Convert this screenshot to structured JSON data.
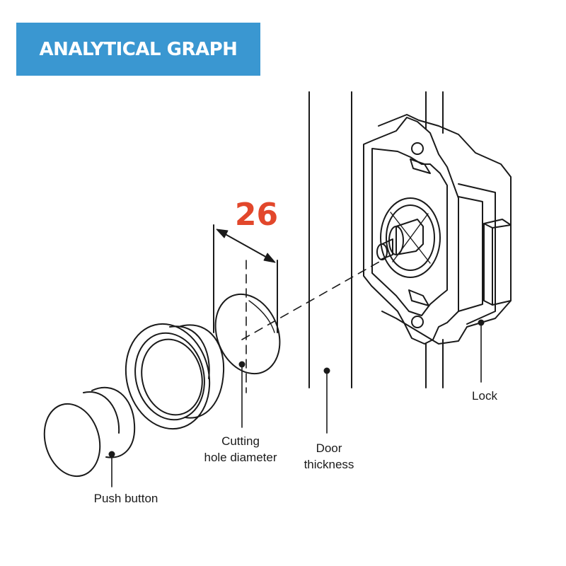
{
  "banner": {
    "title": "ANALYTICAL GRAPH",
    "bg_color": "#3a97d1"
  },
  "dimension": {
    "value": "26",
    "color": "#e2472b"
  },
  "labels": {
    "push_button": "Push button",
    "cutting_hole_line1": "Cutting",
    "cutting_hole_line2": "hole diameter",
    "door_line1": "Door",
    "door_line2": "thickness",
    "lock": "Lock"
  },
  "colors": {
    "line": "#1a1a1a"
  }
}
